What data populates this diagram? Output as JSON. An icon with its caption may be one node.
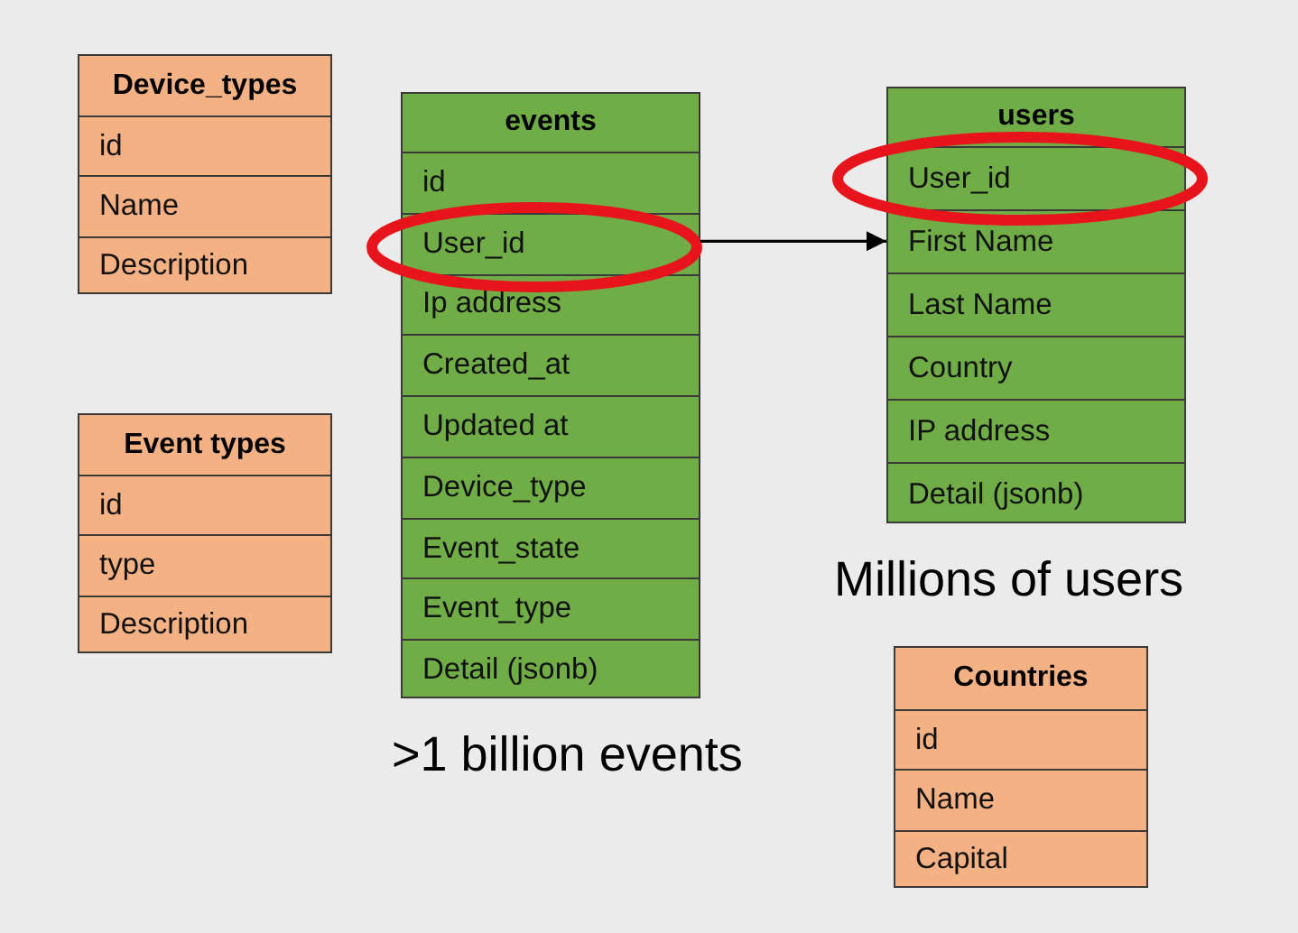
{
  "diagram": {
    "nodes": [
      {
        "text": [
          "Device_types"
        ]
      },
      {
        "text": [
          "id"
        ],
        "in": 0
      },
      {
        "text": [
          "Name"
        ],
        "in": 0
      },
      {
        "text": [
          "Description"
        ],
        "in": 0
      },
      {
        "text": [
          "events"
        ],
        "beside": [
          ">1 billion events"
        ]
      },
      {
        "text": [
          "id"
        ],
        "in": 4
      },
      {
        "text": [
          "User_id"
        ],
        "in": 4
      },
      {
        "text": [
          "Ip address"
        ],
        "in": 4
      },
      {
        "text": [
          "Created_at"
        ],
        "in": 4
      },
      {
        "text": [
          "Updated at"
        ],
        "in": 4
      },
      {
        "text": [
          "Device_type"
        ],
        "in": 4
      },
      {
        "text": [
          "Event_state"
        ],
        "in": 4
      },
      {
        "text": [
          "Event_type"
        ],
        "in": 4
      },
      {
        "text": [
          "Detail (jsonb)"
        ],
        "in": 4
      },
      {
        "text": [
          "users"
        ],
        "beside": [
          "Millions of users"
        ]
      },
      {
        "text": [
          "User_id"
        ],
        "in": 14
      },
      {
        "text": [
          "First Name"
        ],
        "in": 14
      },
      {
        "text": [
          "Last Name"
        ],
        "in": 14
      },
      {
        "text": [
          "Country"
        ],
        "in": 14
      },
      {
        "text": [
          "IP address"
        ],
        "in": 14
      },
      {
        "text": [
          "Detail (jsonb)"
        ],
        "in": 14
      },
      {
        "text": [
          "Event types"
        ]
      },
      {
        "text": [
          "id"
        ],
        "in": 21
      },
      {
        "text": [
          "type"
        ],
        "in": 21
      },
      {
        "text": [
          "Description"
        ],
        "in": 21
      },
      {
        "text": [
          "Countries"
        ]
      },
      {
        "text": [
          "id"
        ],
        "in": 25
      },
      {
        "text": [
          "Name"
        ],
        "in": 25
      },
      {
        "text": [
          "Capital"
        ],
        "in": 25
      }
    ],
    "edges": [
      {
        "from": 6,
        "to": 14,
        "arrow": "to"
      }
    ]
  }
}
